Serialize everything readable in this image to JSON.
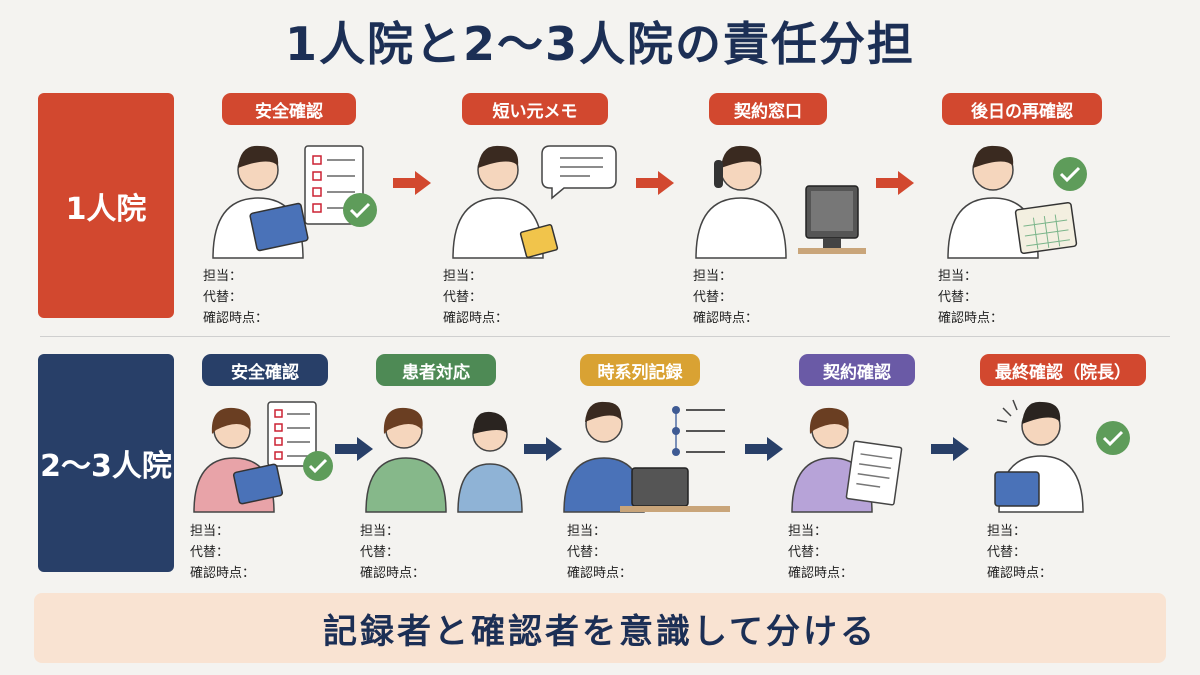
{
  "title": "1人院と2～3人院の責任分担",
  "row1": {
    "label": "1人院",
    "steps": [
      {
        "label": "安全確認",
        "color": "#d2482f"
      },
      {
        "label": "短い元メモ",
        "color": "#d2482f"
      },
      {
        "label": "契約窓口",
        "color": "#d2482f"
      },
      {
        "label": "後日の再確認",
        "color": "#d2482f"
      }
    ]
  },
  "row2": {
    "label": "2～3人院",
    "steps": [
      {
        "label": "安全確認",
        "color": "#283f68"
      },
      {
        "label": "患者対応",
        "color": "#4e8a55"
      },
      {
        "label": "時系列記録",
        "color": "#d9a233"
      },
      {
        "label": "契約確認",
        "color": "#6a5aa6"
      },
      {
        "label": "最終確認（院長）",
        "color": "#d2482f"
      }
    ]
  },
  "fields": {
    "tanto": "担当：",
    "daitai": "代替：",
    "kakunin": "確認時点："
  },
  "footer": "記録者と確認者を意識して分ける"
}
